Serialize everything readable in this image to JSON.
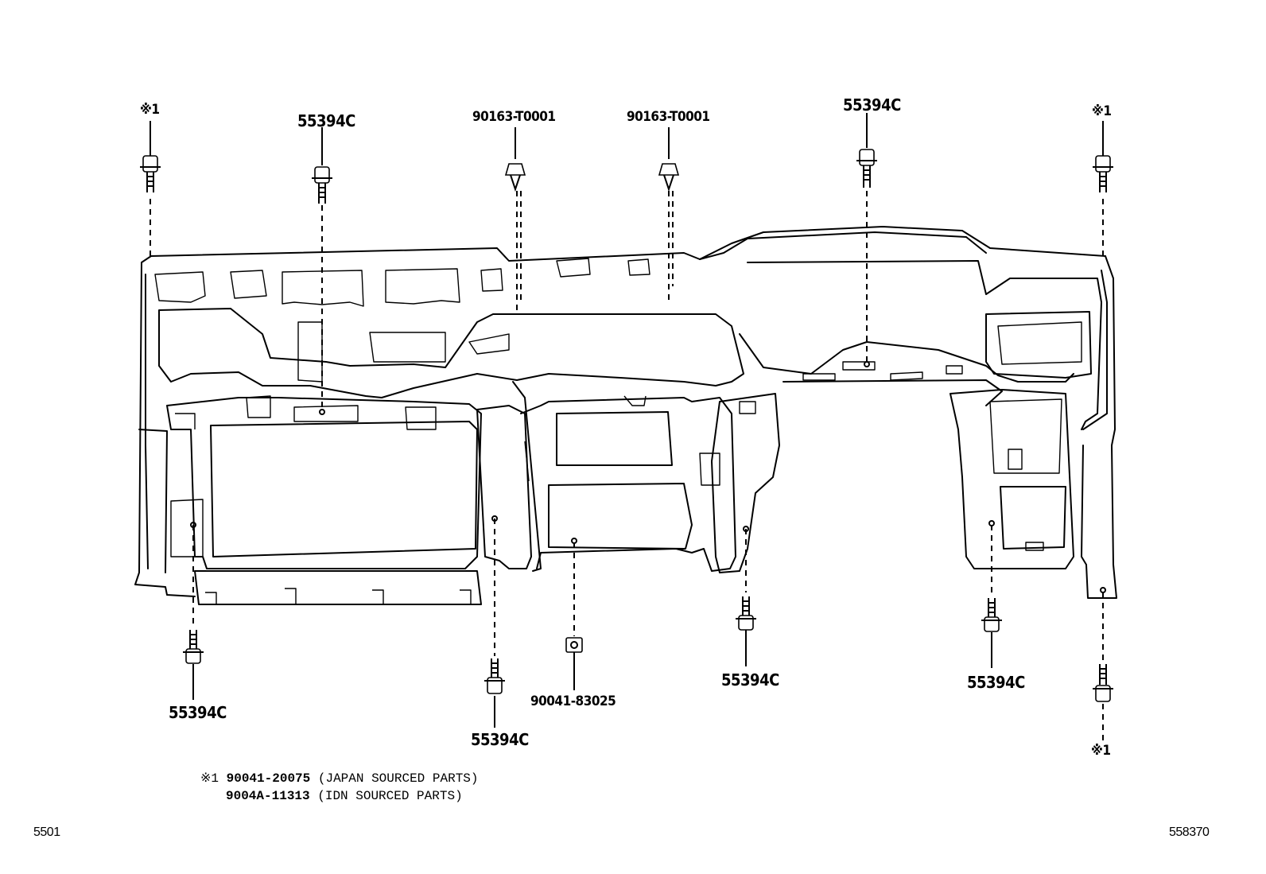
{
  "labels": {
    "bolt_top_left": "※1",
    "bolt_top_2": "55394C",
    "clip_top_3": "90163-T0001",
    "clip_top_4": "90163-T0001",
    "bolt_top_5": "55394C",
    "bolt_top_right": "※1",
    "bolt_bottom_1": "55394C",
    "bolt_bottom_2": "55394C",
    "nut_bottom_3": "90041-83025",
    "bolt_bottom_4": "55394C",
    "bolt_bottom_5": "55394C",
    "bolt_bottom_right": "※1"
  },
  "footnote": {
    "mark": "※1",
    "line1_part": "90041-20075",
    "line1_desc": "(JAPAN SOURCED PARTS)",
    "line2_part": "9004A-11313",
    "line2_desc": "(IDN SOURCED PARTS)"
  },
  "page": {
    "left_code": "5501",
    "right_code": "558370"
  }
}
